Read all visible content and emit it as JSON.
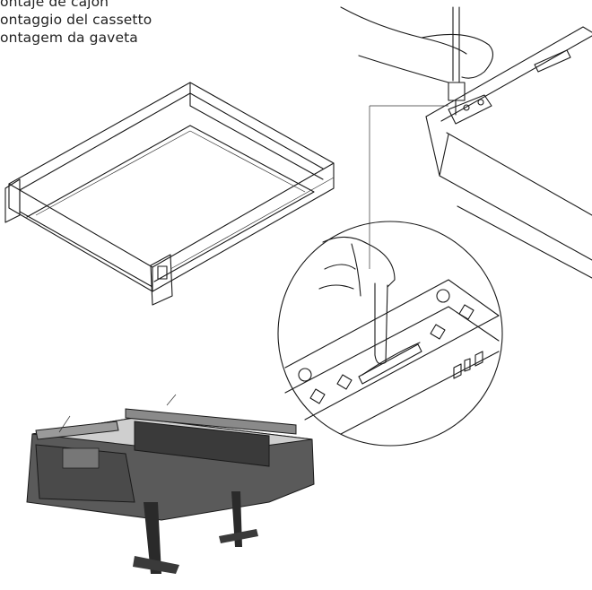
{
  "captions": [
    "ontaje de cajón",
    "ontaggio del cassetto",
    "ontagem da gaveta"
  ]
}
